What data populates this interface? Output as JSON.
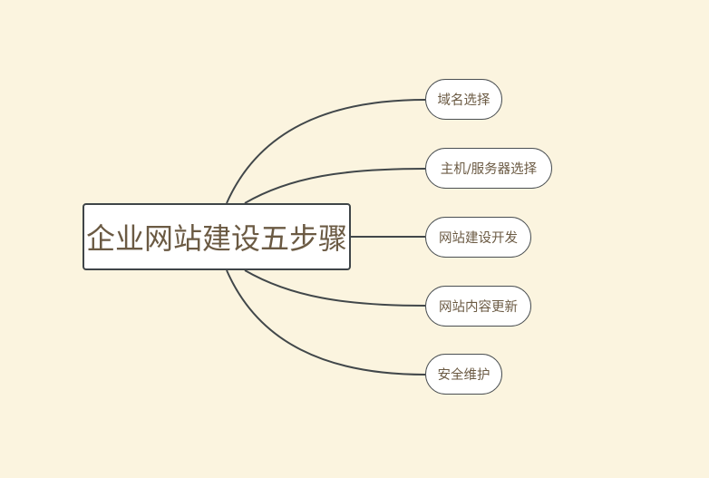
{
  "diagram": {
    "type": "mind-map",
    "background_color": "#FBF4DF",
    "line_color": "#41474A",
    "text_color": "#6B5A43",
    "root": {
      "label": "企业网站建设五步骤"
    },
    "children": [
      {
        "label": "域名选择"
      },
      {
        "label": "主机/服务器选择"
      },
      {
        "label": "网站建设开发"
      },
      {
        "label": "网站内容更新"
      },
      {
        "label": "安全维护"
      }
    ]
  }
}
